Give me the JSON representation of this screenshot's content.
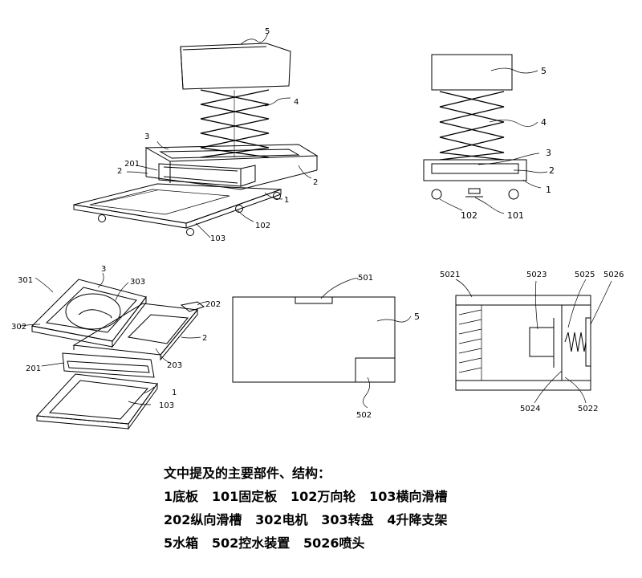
{
  "figures": {
    "fig1": {
      "labels": {
        "l5": "5",
        "l4": "4",
        "l3": "3",
        "l201": "201",
        "l2a": "2",
        "l2b": "2",
        "l1": "1",
        "l102": "102",
        "l103": "103"
      }
    },
    "fig2": {
      "labels": {
        "l5": "5",
        "l4": "4",
        "l3": "3",
        "l2": "2",
        "l1": "1",
        "l102": "102",
        "l101": "101"
      }
    },
    "fig3": {
      "labels": {
        "l3": "3",
        "l301": "301",
        "l303": "303",
        "l302": "302",
        "l202": "202",
        "l2": "2",
        "l203": "203",
        "l201": "201",
        "l1": "1",
        "l103": "103"
      }
    },
    "fig4": {
      "labels": {
        "l501": "501",
        "l5": "5",
        "l502": "502"
      }
    },
    "fig5": {
      "labels": {
        "l5021": "5021",
        "l5023": "5023",
        "l5025": "5025",
        "l5026": "5026",
        "l5024": "5024",
        "l5022": "5022"
      }
    }
  },
  "legend": {
    "heading": "文中提及的主要部件、结构：",
    "line1": "1底板   101固定板   102万向轮   103横向滑槽",
    "line2": "202纵向滑槽   302电机   303转盘   4升降支架",
    "line3": "5水箱   502控水装置   5026喷头"
  }
}
